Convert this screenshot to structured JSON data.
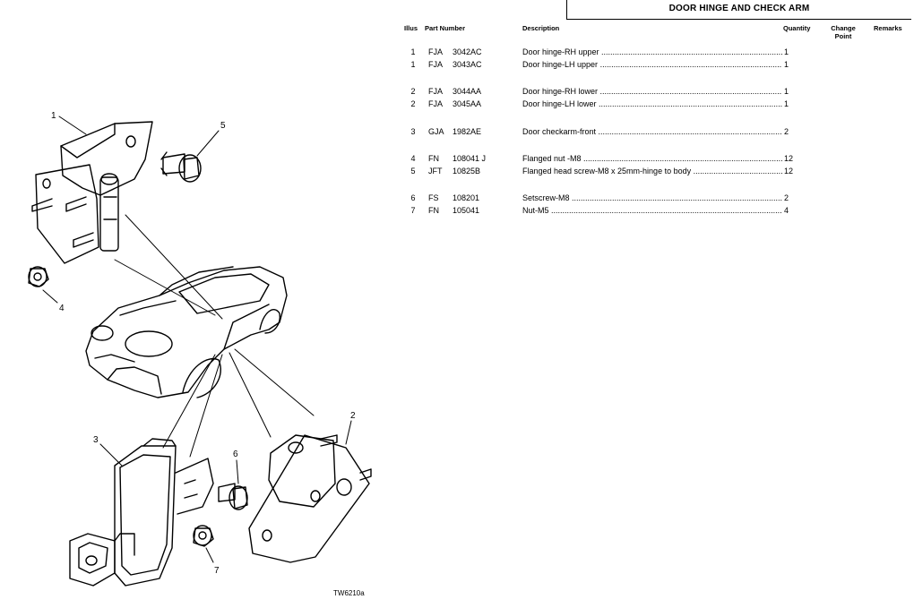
{
  "title": "DOOR HINGE AND CHECK ARM",
  "columns": {
    "illus": "Illus",
    "part_number": "Part Number",
    "description": "Description",
    "quantity": "Quantity",
    "change_point": "Change Point",
    "remarks": "Remarks"
  },
  "parts": [
    {
      "illus": "1",
      "prefix": "FJA",
      "number": "3042AC",
      "description": "Door hinge-RH upper",
      "qty": "1"
    },
    {
      "illus": "1",
      "prefix": "FJA",
      "number": "3043AC",
      "description": "Door hinge-LH upper",
      "qty": "1"
    },
    {
      "illus": "2",
      "prefix": "FJA",
      "number": "3044AA",
      "description": "Door hinge-RH lower",
      "qty": "1"
    },
    {
      "illus": "2",
      "prefix": "FJA",
      "number": "3045AA",
      "description": "Door hinge-LH lower",
      "qty": "1"
    },
    {
      "illus": "3",
      "prefix": "GJA",
      "number": "1982AE",
      "description": "Door checkarm-front",
      "qty": "2"
    },
    {
      "illus": "4",
      "prefix": "FN",
      "number": "108041 J",
      "description": "Flanged nut -M8",
      "qty": "12"
    },
    {
      "illus": "5",
      "prefix": "JFT",
      "number": "10825B",
      "description": "Flanged head screw-M8 x 25mm-hinge to body",
      "qty": "12"
    },
    {
      "illus": "6",
      "prefix": "FS",
      "number": "108201",
      "description": "Setscrew-M8",
      "qty": "2"
    },
    {
      "illus": "7",
      "prefix": "FN",
      "number": "105041",
      "description": "Nut-M5",
      "qty": "4"
    }
  ],
  "callouts": [
    "1",
    "2",
    "3",
    "4",
    "5",
    "6",
    "7"
  ],
  "illustration_code": "TW6210a"
}
